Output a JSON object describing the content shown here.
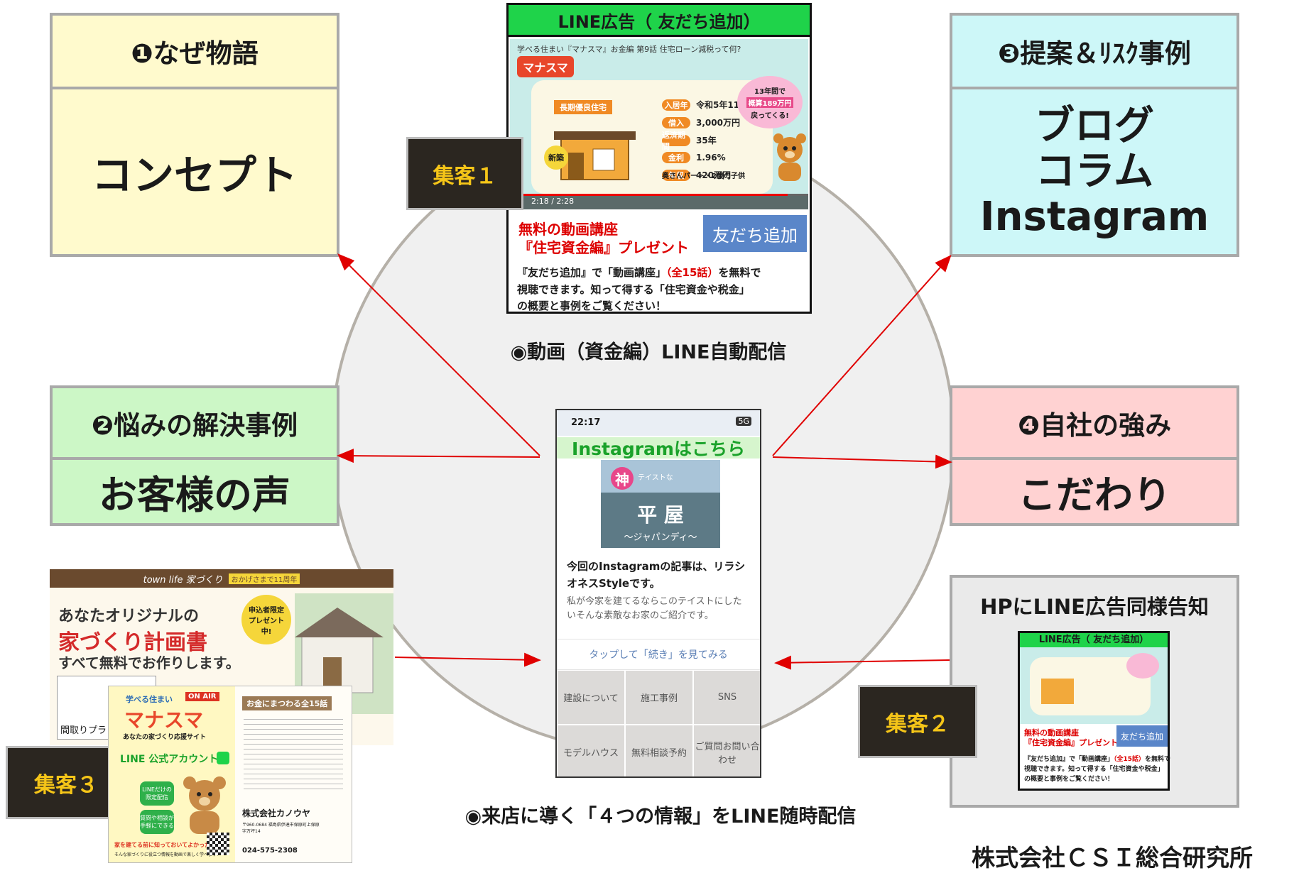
{
  "cards": {
    "c1": {
      "head": "❶なぜ物語",
      "body": "コンセプト"
    },
    "c2": {
      "head": "❷悩みの解決事例",
      "body": "お客様の声"
    },
    "c3": {
      "head": "❸提案＆ﾘｽｸ事例",
      "lines": [
        "ブログ",
        "コラム",
        "Instagram"
      ]
    },
    "c4": {
      "head": "❹自社の強み",
      "body": "こだわり"
    },
    "hp": {
      "head": "HPにLINE広告同様告知"
    }
  },
  "labels": {
    "shukyaku1": "集客１",
    "shukyaku2": "集客２",
    "shukyaku3": "集客３"
  },
  "captions": {
    "video": "◉動画（資金編）LINE自動配信",
    "four": "◉来店に導く「４つの情報」をLINE随時配信",
    "company": "株式会社ＣＳＩ総合研究所"
  },
  "line_ad": {
    "title": "LINE広告（ 友だち追加）",
    "video_title": "学べる住まい『マナスマ』お金編 第9話 住宅ローン減税って何?",
    "badge_new": "新築",
    "house_label": "長期優良住宅",
    "info": [
      {
        "label": "入居年",
        "value": "令和5年11月"
      },
      {
        "label": "借入",
        "value": "3,000万円"
      },
      {
        "label": "返済期間",
        "value": "35年"
      },
      {
        "label": "金利",
        "value": "1.96%"
      },
      {
        "label": "年収",
        "value": "420万円"
      }
    ],
    "family": "奥さんパート・2歳の子供",
    "burst": [
      "13年間で",
      "概算189万円",
      "戻ってくる!"
    ],
    "time": "2:18 / 2:28",
    "promo_line1": "無料の動画講座",
    "promo_line2": "『住宅資金編』プレゼント",
    "friend_button": "友だち追加",
    "desc_a": "『友だち追加』で「動画講座」",
    "desc_b": "（全15話）",
    "desc_c": "を無料で",
    "desc2": "視聴できます。知って得する「住宅資金や税金」",
    "desc3": "の概要と事例をご覧ください！",
    "logo": "マナスマ"
  },
  "phone": {
    "time": "22:17",
    "status": "5G",
    "banner": "Instagramはこちら",
    "img_kami": "神",
    "img_taste": "テイストな",
    "img_title": "平 屋",
    "img_sub": "～ジャパンディ～",
    "text1": "今回のInstagramの記事は、リラシオネスStyleです。",
    "text2": "私が今家を建てるならこのテイストにしたいそんな素敵なお家のご紹介です。",
    "tap": "タップして「続き」を見てみる",
    "cells": [
      "建設について",
      "施工事例",
      "SNS",
      "モデルハウス",
      "無料相談予約",
      "ご質問お問い合わせ"
    ]
  },
  "brochure": {
    "header": "town life 家づくり",
    "header_tag": "おかげさまで11周年",
    "line1": "あなたオリジナルの",
    "line2": "家づくり計画書",
    "line3": "すべて無料でお作りします。",
    "badge": "申込者限定プレゼント中!",
    "plan_label": "間取りプラン",
    "card_title": "マナスマ",
    "card_onair": "ON AIR",
    "card_kicker": "学べる住まい",
    "card_sub": "あなたの家づくり応援サイト",
    "line_account": "LINE 公式アカウント",
    "bubble1": "LINEだけの限定配信",
    "bubble2": "質問や相談が手軽にできる",
    "list_title": "お金にまつわる全15話",
    "company": "株式会社カノウヤ",
    "address": "〒960-0684 福島県伊達市保原町上保原字万坪14",
    "phone": "024-575-2308",
    "footer_text": "家を建てる前に知っておいてよかった！",
    "footer_note": "そんな家づくりに役立つ情報を動画で楽しく学べます！"
  },
  "colors": {
    "yellow": "#fffacd",
    "green": "#ccf7c6",
    "cyan": "#cdf7f8",
    "pink": "#ffd2d2",
    "gray": "#eaeaea",
    "line_green": "#1fd34a",
    "arrow": "#e00000",
    "gold": "#f5c518"
  }
}
